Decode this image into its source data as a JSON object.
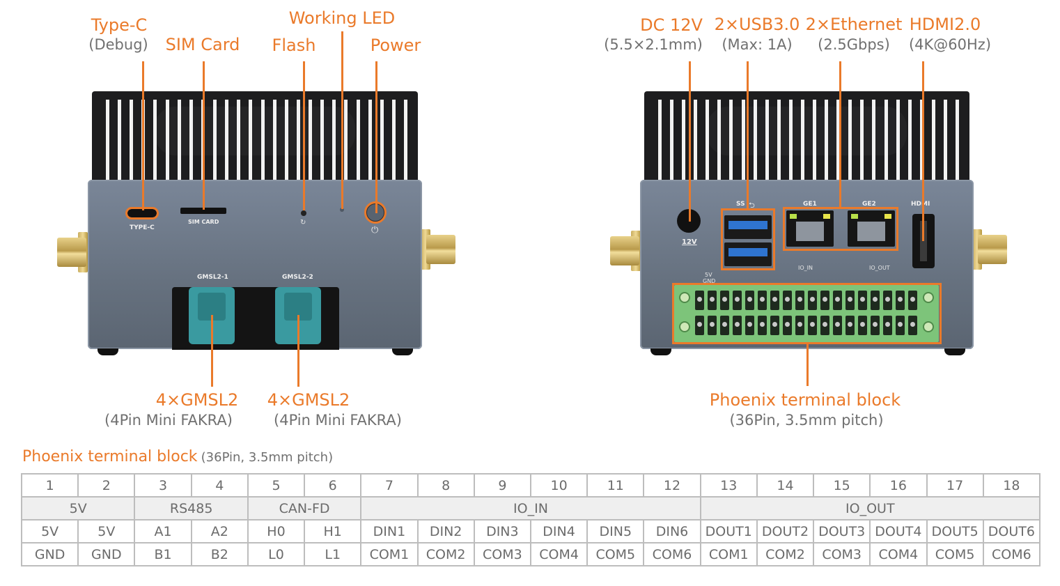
{
  "front": {
    "type_c": {
      "title": "Type-C",
      "sub": "(Debug)",
      "silk": "TYPE-C"
    },
    "sim": {
      "title": "SIM Card",
      "silk": "SIM CARD"
    },
    "flash": {
      "title": "Flash"
    },
    "led": {
      "title": "Working LED"
    },
    "power": {
      "title": "Power"
    },
    "gmsl1": {
      "title": "4×GMSL2",
      "sub": "(4Pin Mini FAKRA)",
      "silk": "GMSL2-1"
    },
    "gmsl2": {
      "title": "4×GMSL2",
      "sub": "(4Pin Mini FAKRA)",
      "silk": "GMSL2-2"
    }
  },
  "rear": {
    "dc": {
      "title": "DC 12V",
      "sub": "(5.5×2.1mm)",
      "silk": "12V"
    },
    "usb": {
      "title": "2×USB3.0",
      "sub": "(Max: 1A)",
      "silk": "SS"
    },
    "eth": {
      "title": "2×Ethernet",
      "sub": "(2.5Gbps)",
      "silk1": "GE1",
      "silk2": "GE2"
    },
    "hdmi": {
      "title": "HDMI2.0",
      "sub": "(4K@60Hz)",
      "silk": "HDMI"
    },
    "phoenix": {
      "title": "Phoenix terminal block",
      "sub": "(36Pin, 3.5mm pitch)"
    },
    "silk_io_in": "IO_IN",
    "silk_io_out": "IO_OUT",
    "silk_5v": "5V",
    "silk_gnd": "GND"
  },
  "table": {
    "title": "Phoenix terminal block",
    "sub": "(36Pin, 3.5mm pitch)",
    "numbers": [
      "1",
      "2",
      "3",
      "4",
      "5",
      "6",
      "7",
      "8",
      "9",
      "10",
      "11",
      "12",
      "13",
      "14",
      "15",
      "16",
      "17",
      "18"
    ],
    "groups": [
      {
        "label": "5V",
        "span": 2
      },
      {
        "label": "RS485",
        "span": 2
      },
      {
        "label": "CAN-FD",
        "span": 2
      },
      {
        "label": "IO_IN",
        "span": 6
      },
      {
        "label": "IO_OUT",
        "span": 6
      }
    ],
    "row_a": [
      "5V",
      "5V",
      "A1",
      "A2",
      "H0",
      "H1",
      "DIN1",
      "DIN2",
      "DIN3",
      "DIN4",
      "DIN5",
      "DIN6",
      "DOUT1",
      "DOUT2",
      "DOUT3",
      "DOUT4",
      "DOUT5",
      "DOUT6"
    ],
    "row_b": [
      "GND",
      "GND",
      "B1",
      "B2",
      "L0",
      "L1",
      "COM1",
      "COM2",
      "COM3",
      "COM4",
      "COM5",
      "COM6",
      "COM1",
      "COM2",
      "COM3",
      "COM4",
      "COM5",
      "COM6"
    ]
  },
  "colors": {
    "accent": "#ea7a2a",
    "panel": "#6b7684",
    "terminal": "#7dc47a",
    "fakra": "#3a9aa0"
  }
}
